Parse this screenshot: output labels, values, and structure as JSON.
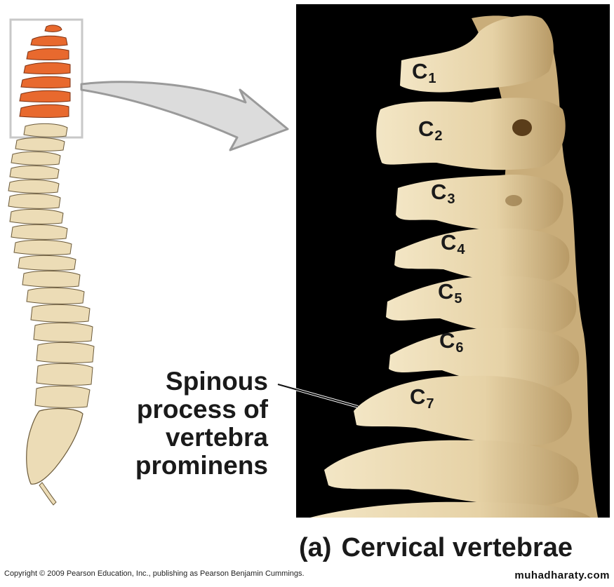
{
  "labels": {
    "c1": {
      "letter": "C",
      "num": "1"
    },
    "c2": {
      "letter": "C",
      "num": "2"
    },
    "c3": {
      "letter": "C",
      "num": "3"
    },
    "c4": {
      "letter": "C",
      "num": "4"
    },
    "c5": {
      "letter": "C",
      "num": "5"
    },
    "c6": {
      "letter": "C",
      "num": "6"
    },
    "c7": {
      "letter": "C",
      "num": "7"
    }
  },
  "callout": {
    "line1": "Spinous",
    "line2": "process of",
    "line3": "vertebra",
    "line4": "prominens"
  },
  "caption": {
    "part": "(a)",
    "title": "Cervical vertebrae"
  },
  "copyright": "Copyright © 2009 Pearson Education, Inc., publishing as Pearson Benjamin Cummings.",
  "watermark": "muhadharaty.com",
  "colors": {
    "highlight": "#e8692e",
    "bone": "#ecdcb6",
    "background_photo": "#000000"
  }
}
